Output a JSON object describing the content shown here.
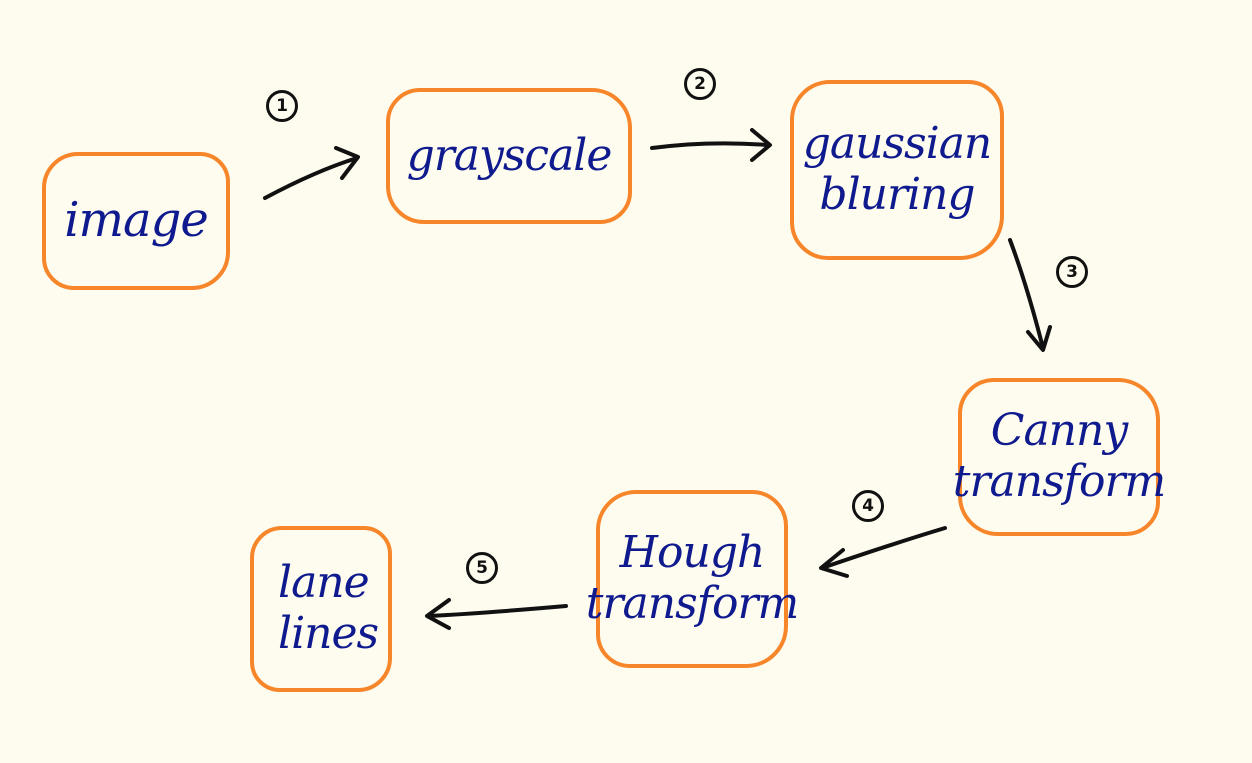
{
  "nodes": [
    {
      "id": "image",
      "lines": [
        "image"
      ]
    },
    {
      "id": "grayscale",
      "lines": [
        "grayscale"
      ]
    },
    {
      "id": "gaussian",
      "lines": [
        "gaussian",
        "bluring"
      ]
    },
    {
      "id": "canny",
      "lines": [
        "Canny",
        "transform"
      ]
    },
    {
      "id": "hough",
      "lines": [
        "Hough",
        "transform"
      ]
    },
    {
      "id": "lane",
      "lines": [
        "lane",
        "lines"
      ]
    }
  ],
  "edges": [
    {
      "from": "image",
      "to": "grayscale",
      "label": "1"
    },
    {
      "from": "grayscale",
      "to": "gaussian",
      "label": "2"
    },
    {
      "from": "gaussian",
      "to": "canny",
      "label": "3"
    },
    {
      "from": "canny",
      "to": "hough",
      "label": "4"
    },
    {
      "from": "hough",
      "to": "lane",
      "label": "5"
    }
  ],
  "colors": {
    "background": "#fefcef",
    "box_border": "#f7862a",
    "text": "#0f1a8e",
    "arrow": "#111111"
  }
}
